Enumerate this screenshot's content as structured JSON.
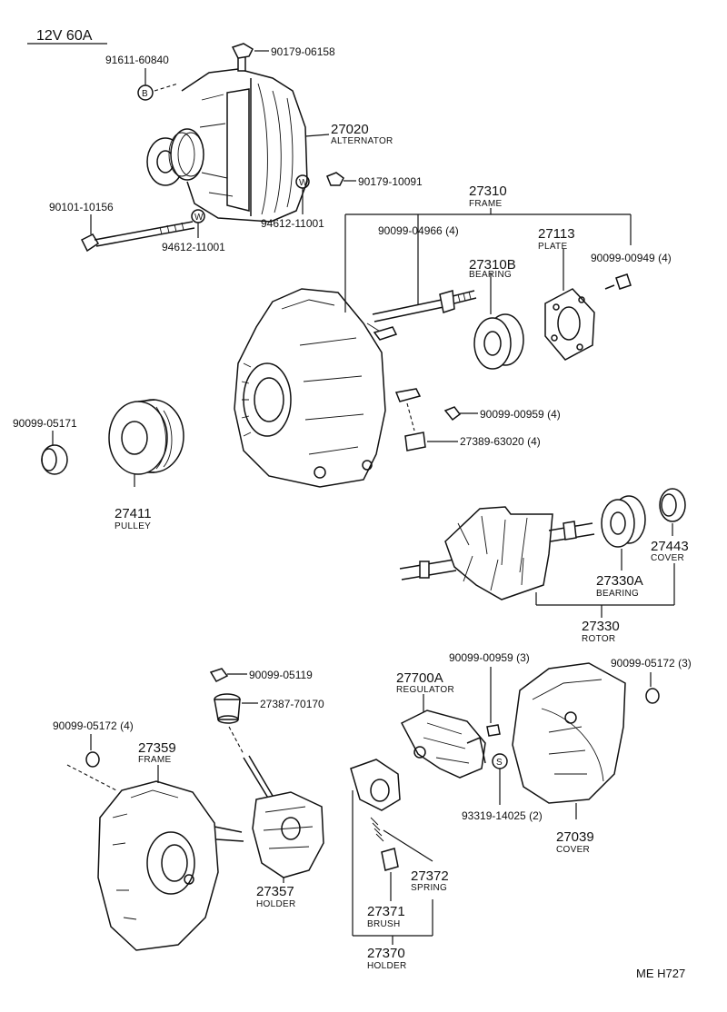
{
  "header": {
    "spec": "12V 60A"
  },
  "footer": {
    "ref": "ME H727"
  },
  "labels": {
    "p91611": "91611-60840",
    "p90179a": "90179-06158",
    "p27020": "27020",
    "p27020c": "ALTERNATOR",
    "p90179b": "90179-10091",
    "p90101": "90101-10156",
    "p94612a": "94612-11001",
    "p94612b": "94612-11001",
    "p27310": "27310",
    "p27310c": "FRAME",
    "p90099_04966": "90099-04966 (4)",
    "p27310B": "27310B",
    "p27310Bc": "BEARING",
    "p27113": "27113",
    "p27113c": "PLATE",
    "p90099_00949": "90099-00949 (4)",
    "p90099_00959a": "90099-00959 (4)",
    "p27389": "27389-63020 (4)",
    "p90099_05171": "90099-05171",
    "p27411": "27411",
    "p27411c": "PULLEY",
    "p27443": "27443",
    "p27443c": "COVER",
    "p27330A": "27330A",
    "p27330Ac": "BEARING",
    "p27330": "27330",
    "p27330c": "ROTOR",
    "p90099_05119": "90099-05119",
    "p27387": "27387-70170",
    "p90099_00959b": "90099-00959 (3)",
    "p27700A": "27700A",
    "p27700Ac": "REGULATOR",
    "p90099_05172a": "90099-05172 (3)",
    "p90099_05172b": "90099-05172 (4)",
    "p27359": "27359",
    "p27359c": "FRAME",
    "p93319": "93319-14025 (2)",
    "p27039": "27039",
    "p27039c": "COVER",
    "p27357": "27357",
    "p27357c": "HOLDER",
    "p27372": "27372",
    "p27372c": "SPRING",
    "p27371": "27371",
    "p27371c": "BRUSH",
    "p27370": "27370",
    "p27370c": "HOLDER"
  },
  "symbols": {
    "b": "B",
    "w": "W",
    "s": "S"
  }
}
